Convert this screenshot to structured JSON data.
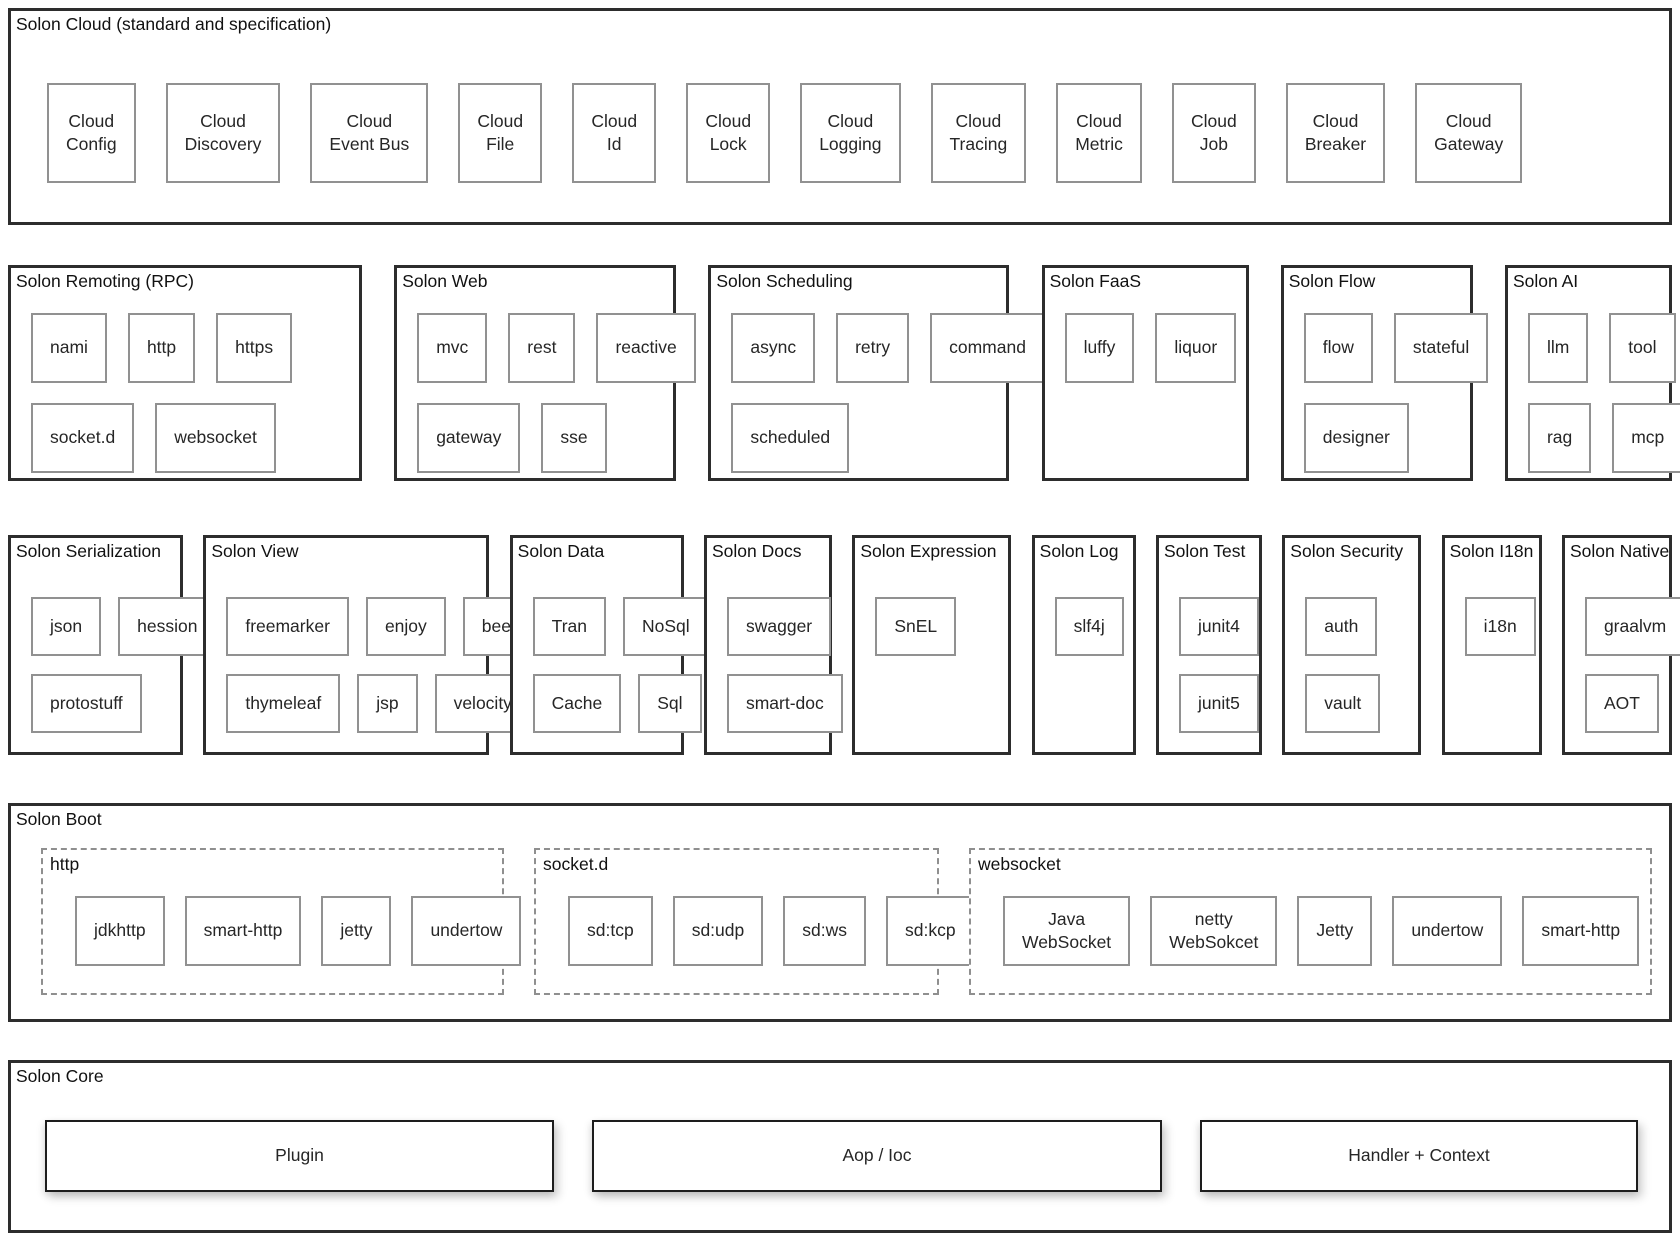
{
  "colors": {
    "background": "#ffffff",
    "panel_border": "#2d2d2d",
    "item_border": "#919191",
    "dashed_border": "#8f8f8f",
    "text": "#1e1e1e"
  },
  "sections": {
    "cloud": {
      "title": "Solon Cloud (standard and specification)",
      "items": [
        "Cloud\nConfig",
        "Cloud\nDiscovery",
        "Cloud\nEvent Bus",
        "Cloud\nFile",
        "Cloud\nId",
        "Cloud\nLock",
        "Cloud\nLogging",
        "Cloud\nTracing",
        "Cloud\nMetric",
        "Cloud\nJob",
        "Cloud\nBreaker",
        "Cloud\nGateway"
      ]
    },
    "remoting": {
      "title": "Solon Remoting (RPC)",
      "rows": [
        [
          "nami",
          "http",
          "https"
        ],
        [
          "socket.d",
          "websocket"
        ]
      ]
    },
    "web": {
      "title": "Solon Web",
      "rows": [
        [
          "mvc",
          "rest",
          "reactive"
        ],
        [
          "gateway",
          "sse"
        ]
      ]
    },
    "scheduling": {
      "title": "Solon Scheduling",
      "rows": [
        [
          "async",
          "retry",
          "command"
        ],
        [
          "scheduled"
        ]
      ]
    },
    "faas": {
      "title": "Solon FaaS",
      "rows": [
        [
          "luffy",
          "liquor"
        ]
      ]
    },
    "flow": {
      "title": "Solon Flow",
      "rows": [
        [
          "flow",
          "stateful"
        ],
        [
          "designer"
        ]
      ]
    },
    "ai": {
      "title": "Solon AI",
      "rows": [
        [
          "llm",
          "tool"
        ],
        [
          "rag",
          "mcp"
        ]
      ]
    },
    "serialization": {
      "title": "Solon Serialization",
      "rows": [
        [
          "json",
          "hession"
        ],
        [
          "protostuff"
        ]
      ]
    },
    "view": {
      "title": "Solon View",
      "rows": [
        [
          "freemarker",
          "enjoy",
          "beetl"
        ],
        [
          "thymeleaf",
          "jsp",
          "velocity"
        ]
      ]
    },
    "data": {
      "title": "Solon Data",
      "rows": [
        [
          "Tran",
          "NoSql"
        ],
        [
          "Cache",
          "Sql"
        ]
      ]
    },
    "docs": {
      "title": "Solon Docs",
      "rows": [
        [
          "swagger"
        ],
        [
          "smart-doc"
        ]
      ]
    },
    "expression": {
      "title": "Solon Expression",
      "rows": [
        [
          "SnEL"
        ]
      ]
    },
    "log": {
      "title": "Solon Log",
      "rows": [
        [
          "slf4j"
        ]
      ]
    },
    "test": {
      "title": "Solon Test",
      "rows": [
        [
          "junit4"
        ],
        [
          "junit5"
        ]
      ]
    },
    "security": {
      "title": "Solon Security",
      "rows": [
        [
          "auth"
        ],
        [
          "vault"
        ]
      ]
    },
    "i18n": {
      "title": "Solon I18n",
      "rows": [
        [
          "i18n"
        ]
      ]
    },
    "native": {
      "title": "Solon Native",
      "rows": [
        [
          "graalvm"
        ],
        [
          "AOT"
        ]
      ]
    },
    "boot": {
      "title": "Solon Boot",
      "groups": [
        {
          "title": "http",
          "items": [
            "jdkhttp",
            "smart-http",
            "jetty",
            "undertow"
          ]
        },
        {
          "title": "socket.d",
          "items": [
            "sd:tcp",
            "sd:udp",
            "sd:ws",
            "sd:kcp"
          ]
        },
        {
          "title": "websocket",
          "items": [
            "Java\nWebSocket",
            "netty\nWebSokcet",
            "Jetty",
            "undertow",
            "smart-http"
          ]
        }
      ]
    },
    "core": {
      "title": "Solon Core",
      "items": [
        "Plugin",
        "Aop / Ioc",
        "Handler + Context"
      ]
    }
  }
}
